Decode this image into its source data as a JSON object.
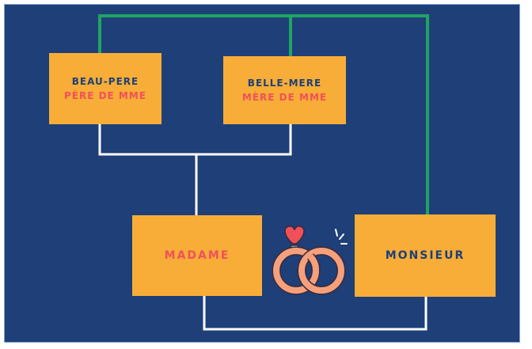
{
  "diagram": {
    "nodes": {
      "beau_pere": {
        "line1": "BEAU-PERE",
        "line2": "PÈRE DE MME"
      },
      "belle_mere": {
        "line1": "BELLE-MERE",
        "line2": "MÈRE DE MME"
      },
      "madame": {
        "label": "MADAME"
      },
      "monsieur": {
        "label": "MONSIEUR"
      }
    },
    "edges": [
      {
        "from": "beau_pere",
        "to": "madame",
        "color": "#ffffff",
        "kind": "parents-child"
      },
      {
        "from": "belle_mere",
        "to": "madame",
        "color": "#ffffff",
        "kind": "parents-child"
      },
      {
        "from": "beau_pere",
        "to": "monsieur",
        "color": "#1fa463",
        "kind": "in-law"
      },
      {
        "from": "belle_mere",
        "to": "monsieur",
        "color": "#1fa463",
        "kind": "in-law"
      },
      {
        "from": "madame",
        "to": "monsieur",
        "color": "#ffffff",
        "kind": "married"
      }
    ],
    "icons": [
      "heart-icon",
      "wedding-rings-icon",
      "sparkle-icon"
    ]
  },
  "colors": {
    "background": "#1e3f78",
    "box": "#f7ad37",
    "navy_text": "#1e3f78",
    "red_text": "#f0505a",
    "green_line": "#1fa463",
    "white_line": "#ffffff"
  }
}
